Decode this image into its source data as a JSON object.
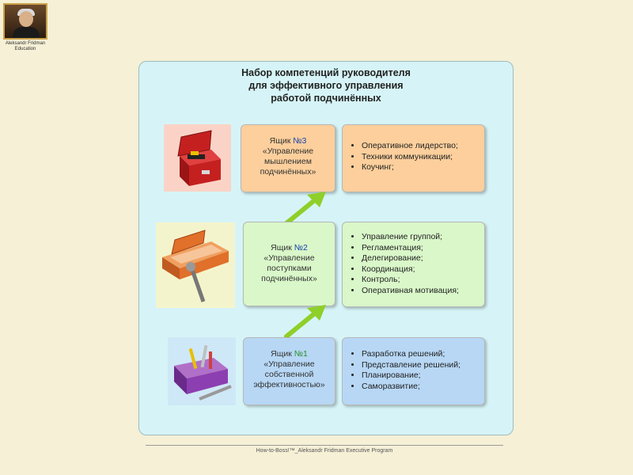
{
  "logo": {
    "caption_line1": "Aleksandr Fridman",
    "caption_line2": "Education"
  },
  "panel": {
    "title_line1": "Набор компетенций руководителя",
    "title_line2": "для эффективного управления",
    "title_line3": "работой подчинённых"
  },
  "rows": [
    {
      "box_label": "Ящик",
      "box_number": "№3",
      "name_lines": [
        "«Управление",
        "мышлением",
        "подчинённых»"
      ],
      "items": [
        "Оперативное лидерство;",
        "Техники коммуникации;",
        "Коучинг;"
      ],
      "colors": {
        "fill": "#fccf9c",
        "number": "#1a3fb0"
      }
    },
    {
      "box_label": "Ящик",
      "box_number": "№2",
      "name_lines": [
        "«Управление",
        "поступками",
        "подчинённых»"
      ],
      "items": [
        "Управление группой;",
        "Регламентация;",
        "Делегирование;",
        "Координация;",
        "Контроль;",
        "Оперативная мотивация;"
      ],
      "colors": {
        "fill": "#d9f7c9",
        "number": "#1a3fb0"
      }
    },
    {
      "box_label": "Ящик",
      "box_number": "№1",
      "name_lines": [
        "«Управление",
        "собственной",
        "эффективностью»"
      ],
      "items": [
        "Разработка решений;",
        "Представление решений;",
        "Планирование;",
        "Саморазвитие;"
      ],
      "colors": {
        "fill": "#b7d7f5",
        "number": "#2a8f2a"
      }
    }
  ],
  "footer": {
    "text": "How-to-Boss!™_Aleksandr Fridman Executive Program"
  },
  "colors": {
    "page_bg": "#f5f0d6",
    "panel_bg": "#d6f4f7",
    "arrow": "#8fcf2a"
  },
  "icons": [
    "portrait-logo",
    "red-toolbox-icon",
    "orange-toolbox-icon",
    "purple-toolbox-icon",
    "green-arrow-icon"
  ]
}
